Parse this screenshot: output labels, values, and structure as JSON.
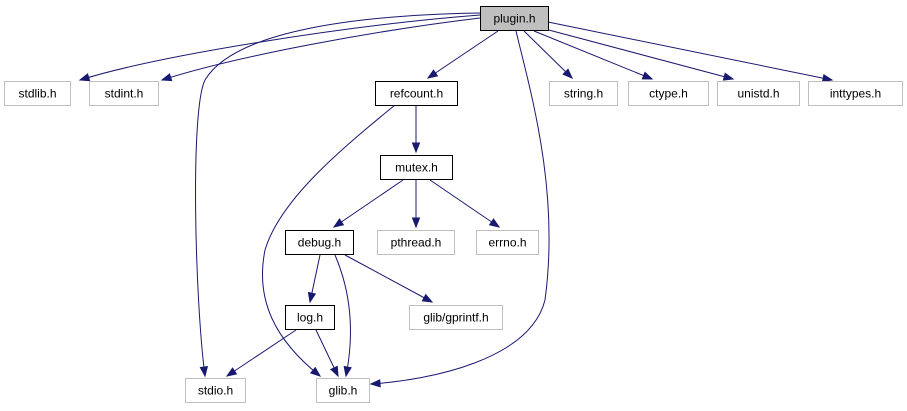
{
  "diagram": {
    "nodes": [
      {
        "id": "plugin",
        "label": "plugin.h",
        "kind": "root"
      },
      {
        "id": "stdlib",
        "label": "stdlib.h",
        "kind": "external"
      },
      {
        "id": "stdint",
        "label": "stdint.h",
        "kind": "external"
      },
      {
        "id": "refcount",
        "label": "refcount.h",
        "kind": "internal"
      },
      {
        "id": "string",
        "label": "string.h",
        "kind": "external"
      },
      {
        "id": "ctype",
        "label": "ctype.h",
        "kind": "external"
      },
      {
        "id": "unistd",
        "label": "unistd.h",
        "kind": "external"
      },
      {
        "id": "inttypes",
        "label": "inttypes.h",
        "kind": "external"
      },
      {
        "id": "mutex",
        "label": "mutex.h",
        "kind": "internal"
      },
      {
        "id": "debug",
        "label": "debug.h",
        "kind": "internal"
      },
      {
        "id": "pthread",
        "label": "pthread.h",
        "kind": "external"
      },
      {
        "id": "errno",
        "label": "errno.h",
        "kind": "external"
      },
      {
        "id": "log",
        "label": "log.h",
        "kind": "internal"
      },
      {
        "id": "gprintf",
        "label": "glib/gprintf.h",
        "kind": "external"
      },
      {
        "id": "stdio",
        "label": "stdio.h",
        "kind": "external"
      },
      {
        "id": "glib",
        "label": "glib.h",
        "kind": "external"
      }
    ],
    "edges": [
      {
        "from": "plugin",
        "to": "stdlib"
      },
      {
        "from": "plugin",
        "to": "stdint"
      },
      {
        "from": "plugin",
        "to": "refcount"
      },
      {
        "from": "plugin",
        "to": "string"
      },
      {
        "from": "plugin",
        "to": "ctype"
      },
      {
        "from": "plugin",
        "to": "unistd"
      },
      {
        "from": "plugin",
        "to": "inttypes"
      },
      {
        "from": "plugin",
        "to": "stdio"
      },
      {
        "from": "plugin",
        "to": "glib"
      },
      {
        "from": "refcount",
        "to": "mutex"
      },
      {
        "from": "refcount",
        "to": "glib"
      },
      {
        "from": "mutex",
        "to": "debug"
      },
      {
        "from": "mutex",
        "to": "pthread"
      },
      {
        "from": "mutex",
        "to": "errno"
      },
      {
        "from": "debug",
        "to": "log"
      },
      {
        "from": "debug",
        "to": "glib"
      },
      {
        "from": "debug",
        "to": "gprintf"
      },
      {
        "from": "log",
        "to": "stdio"
      },
      {
        "from": "log",
        "to": "glib"
      }
    ],
    "colors": {
      "edge": "#191970",
      "root_fill": "#bfbfbf",
      "root_border": "#000000",
      "internal_fill": "#ffffff",
      "internal_border": "#000000",
      "external_fill": "#ffffff",
      "external_border": "#bfbfbf",
      "text": "#000000"
    }
  }
}
